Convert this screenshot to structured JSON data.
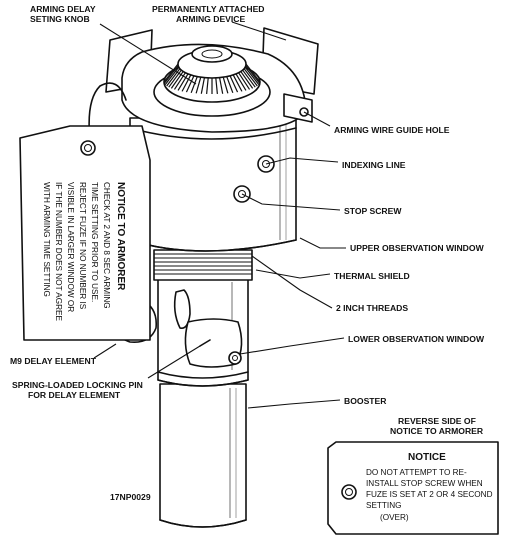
{
  "labels": {
    "arming_delay_knob": [
      "ARMING DELAY",
      "SETING KNOB"
    ],
    "perm_attached": [
      "PERMANENTLY ATTACHED",
      "ARMING DEVICE"
    ],
    "arming_wire_guide_hole": "ARMING WIRE GUIDE HOLE",
    "indexing_line": "INDEXING LINE",
    "stop_screw": "STOP SCREW",
    "upper_observation_window": "UPPER OBSERVATION WINDOW",
    "thermal_shield": "THERMAL SHIELD",
    "two_inch_threads": "2 INCH THREADS",
    "lower_observation_window": "LOWER OBSERVATION WINDOW",
    "m9_delay_element": "M9 DELAY ELEMENT",
    "spring_loaded_pin": [
      "SPRING-LOADED LOCKING PIN",
      "FOR DELAY ELEMENT"
    ],
    "booster": "BOOSTER",
    "reverse_side": [
      "REVERSE SIDE OF",
      "NOTICE TO ARMORER"
    ],
    "figure_id": "17NP0029"
  },
  "tag_front": {
    "title": "NOTICE TO ARMORER",
    "lines": [
      "CHECK AT 2 AND 8 SEC ARMING",
      "TIME SETTING PRIOR TO USE.",
      "REJECT FUZE IF NO NUMBER IS",
      "VISIBLE IN LARGER WINDOW OR",
      "IF THE NUMBER DOES NOT AGREE",
      "WITH ARMING TIME SETTING"
    ]
  },
  "tag_back": {
    "title": "NOTICE",
    "lines": [
      "DO NOT ATTEMPT TO RE-",
      "INSTALL STOP SCREW WHEN",
      "FUZE IS SET AT 2 OR 4 SECOND",
      "SETTING",
      "(OVER)"
    ]
  }
}
